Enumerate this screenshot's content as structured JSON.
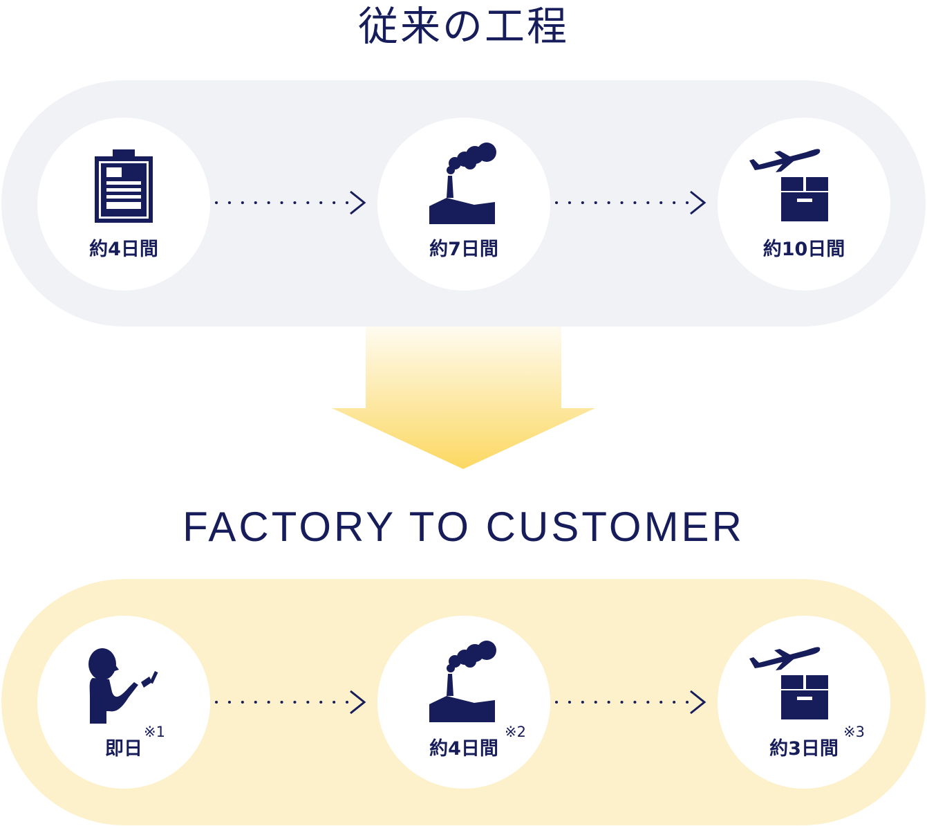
{
  "traditional": {
    "title": "従来の工程",
    "steps": [
      {
        "icon": "clipboard-icon",
        "duration": "約4日間"
      },
      {
        "icon": "factory-icon",
        "duration": "約7日間"
      },
      {
        "icon": "airplane-box-icon",
        "duration": "約10日間"
      }
    ]
  },
  "factory_to_customer": {
    "title": "FACTORY TO CUSTOMER",
    "steps": [
      {
        "icon": "person-smartphone-icon",
        "duration": "即日",
        "note": "※1"
      },
      {
        "icon": "factory-icon",
        "duration": "約4日間",
        "note": "※2"
      },
      {
        "icon": "airplane-box-icon",
        "duration": "約3日間",
        "note": "※3"
      }
    ]
  },
  "colors": {
    "navy": "#161d5a",
    "traditional_band": "#f1f2f6",
    "fast_band": "#fdf1cc",
    "arrow_top": "#fdf6e0",
    "arrow_bottom": "#fcd96a"
  }
}
